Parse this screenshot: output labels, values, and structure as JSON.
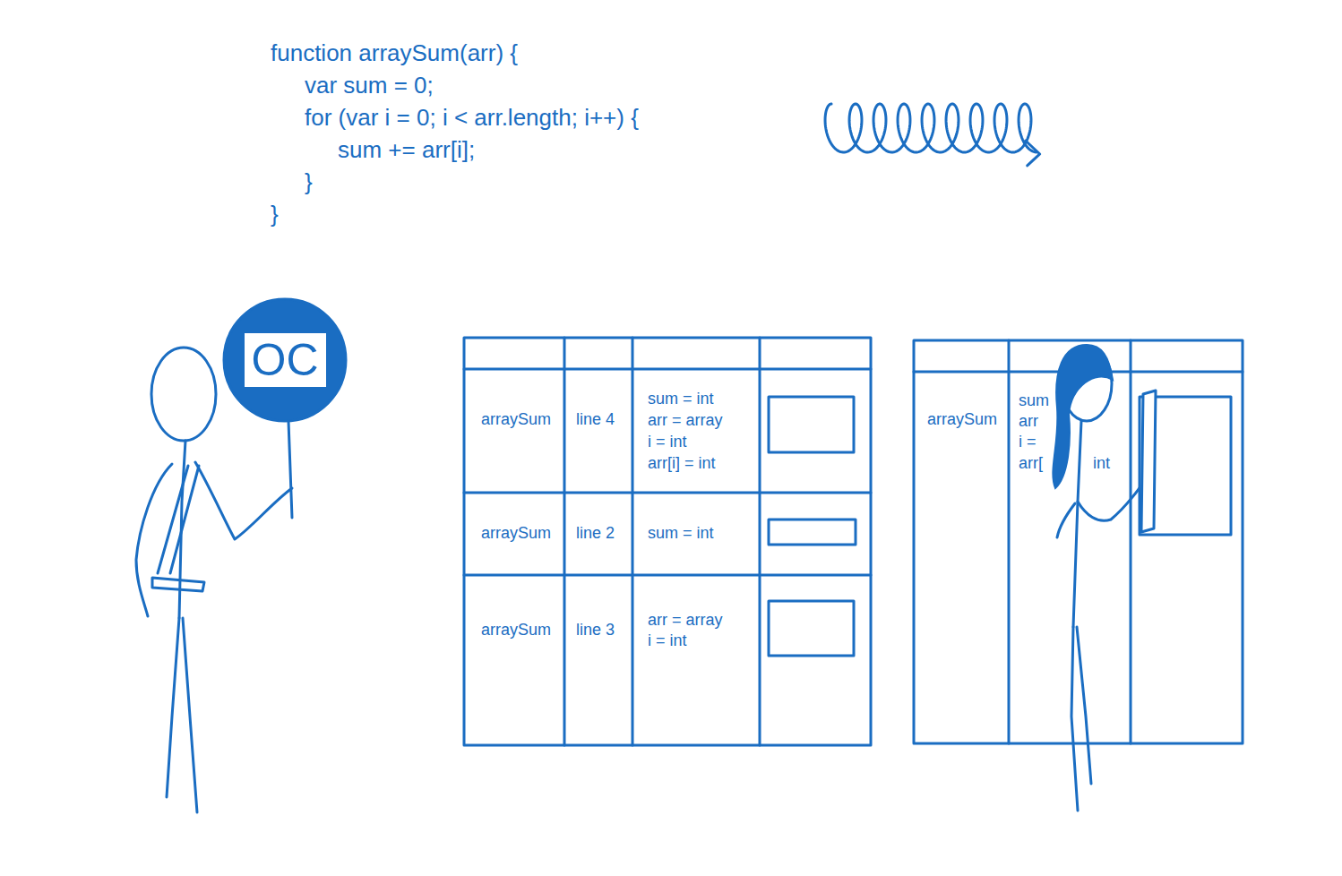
{
  "diagram": {
    "nodes": [
      {
        "text": [
          "OC"
        ]
      }
    ],
    "labels": [
      "function arraySum(arr) {",
      "var sum = 0;",
      "for (var i = 0; i < arr.length; i++) {",
      "sum += arr[i];",
      "}",
      "}",
      "arraySum",
      "line 4",
      "sum = int",
      "arr = array",
      "i = int",
      "arr[i] = int",
      "arraySum",
      "line 2",
      "sum = int",
      "arraySum",
      "line 3",
      "arr = array",
      "i = int",
      "arraySum",
      "sum",
      "arr",
      "i =",
      "arr[",
      "int"
    ]
  }
}
